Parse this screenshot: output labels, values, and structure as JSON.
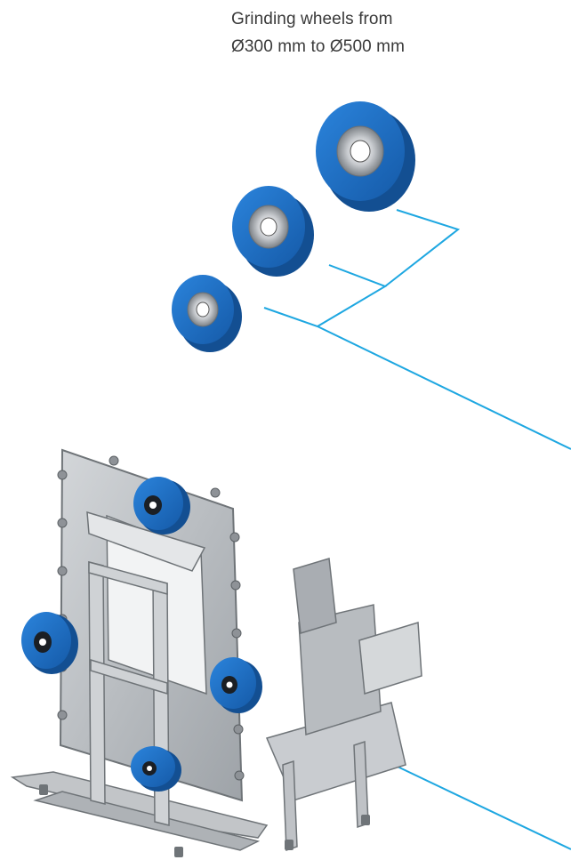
{
  "caption": {
    "line1": "Grinding wheels from",
    "line2": "Ø300 mm to Ø500 mm"
  },
  "colors": {
    "wheel_blue": "#1d6ec4",
    "wheel_dark": "#164f90",
    "leader_line": "#1ea7e1",
    "frame_grey": "#b9bcbf",
    "frame_dark": "#7c8185"
  },
  "wheel_count": 3
}
